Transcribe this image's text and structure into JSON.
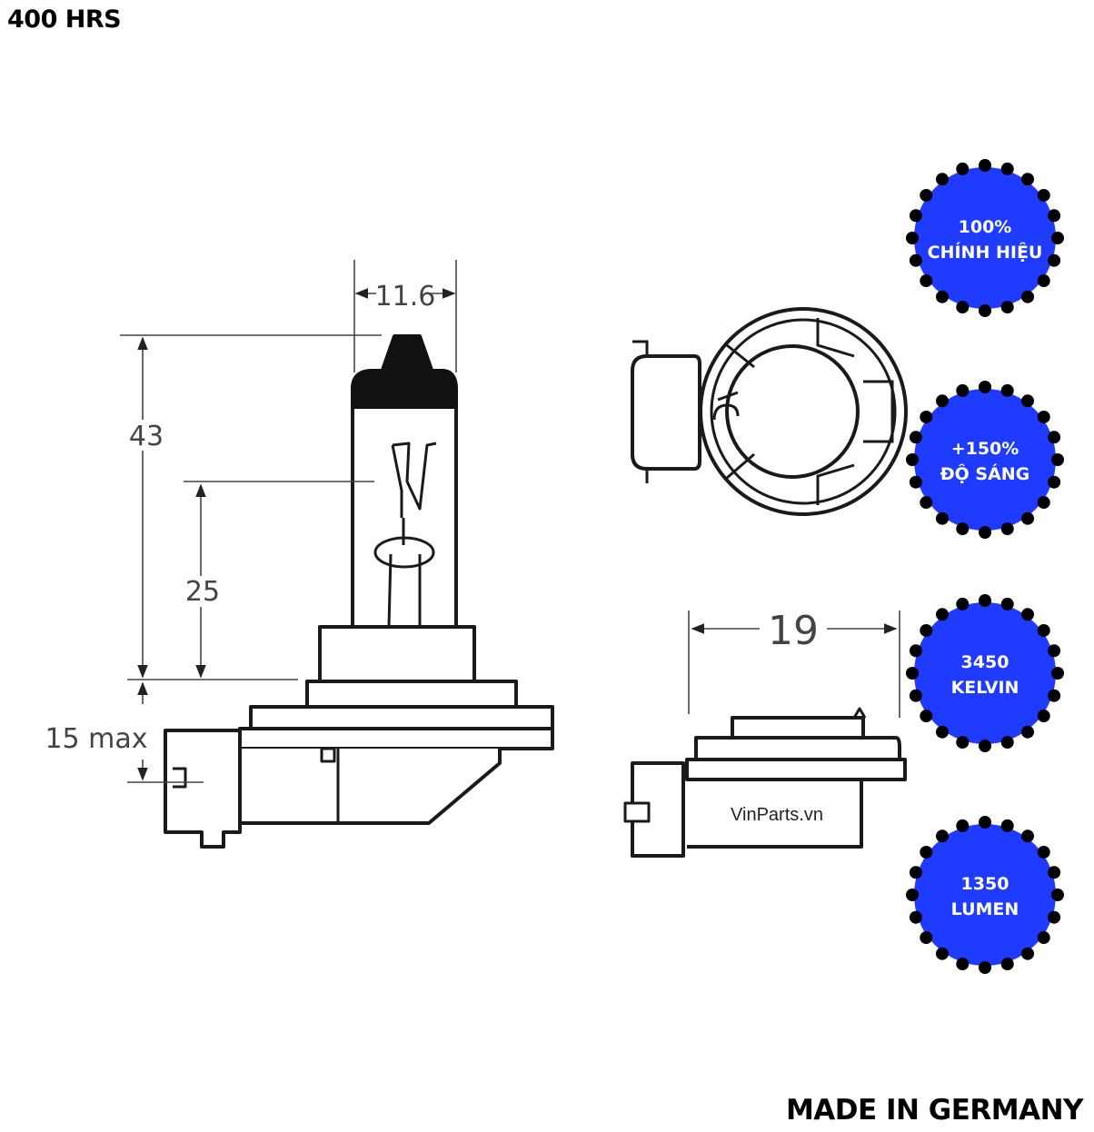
{
  "header": {
    "hours": "400 HRS"
  },
  "footer": {
    "origin": "MADE IN GERMANY"
  },
  "diagram": {
    "dimensions": {
      "width_top": "11.6",
      "height_total": "43",
      "height_filament": "25",
      "connector": "15 max",
      "socket_width": "19"
    },
    "watermark": "VinParts.vn"
  },
  "badges": [
    {
      "line1": "100%",
      "line2": "CHÍNH HIỆU"
    },
    {
      "line1": "+150%",
      "line2": "ĐỘ SÁNG"
    },
    {
      "line1": "3450",
      "line2": "KELVIN"
    },
    {
      "line1": "1350",
      "line2": "LUMEN"
    }
  ],
  "colors": {
    "badge_fill": "#1f3bff",
    "badge_dots": "#000000",
    "line": "#1a1a1a"
  }
}
